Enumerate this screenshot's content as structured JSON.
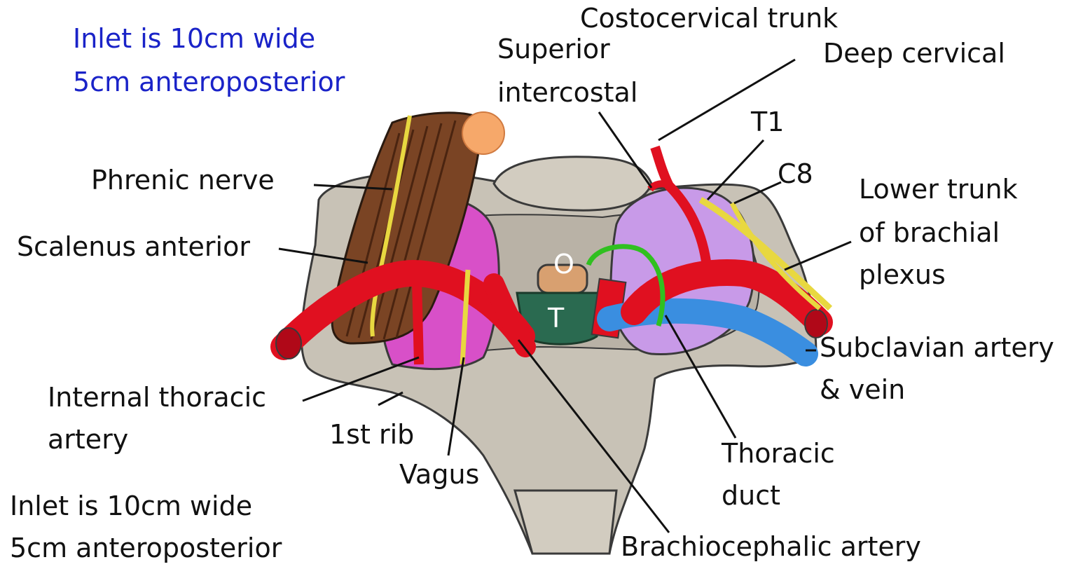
{
  "note_top": {
    "line1": "Inlet is 10cm wide",
    "line2": "5cm anteroposterior"
  },
  "note_bottom": {
    "line1": "Inlet is 10cm wide",
    "line2": "5cm anteroposterior"
  },
  "labels": {
    "costocervical": "Costocervical trunk",
    "superior_1": "Superior",
    "superior_2": "intercostal",
    "deep_cervical": "Deep cervical",
    "t1": "T1",
    "c8": "C8",
    "lower_trunk_1": "Lower trunk",
    "lower_trunk_2": "of brachial",
    "lower_trunk_3": "plexus",
    "phrenic": "Phrenic nerve",
    "scalenus": "Scalenus anterior",
    "subclavian_1": "Subclavian artery",
    "subclavian_2": "& vein",
    "internal_1": "Internal thoracic",
    "internal_2": "artery",
    "first_rib": "1st rib",
    "vagus": "Vagus",
    "thoracic_1": "Thoracic",
    "thoracic_2": "duct",
    "brachiocephalic": "Brachiocephalic artery",
    "oesophagus_letter": "O",
    "trachea_letter": "T"
  },
  "colors": {
    "note_text": "#1a23c8",
    "bone": "#c8c2b6",
    "artery": "#e01020",
    "vein": "#3a8ee0",
    "muscle": "#7a4424",
    "pleura_left": "#d850c8",
    "pleura_right": "#c89ae8",
    "trachea": "#2a6a50",
    "oesophagus": "#d8a070",
    "nerve": "#e8d840",
    "thoracic_duct": "#30c020"
  }
}
